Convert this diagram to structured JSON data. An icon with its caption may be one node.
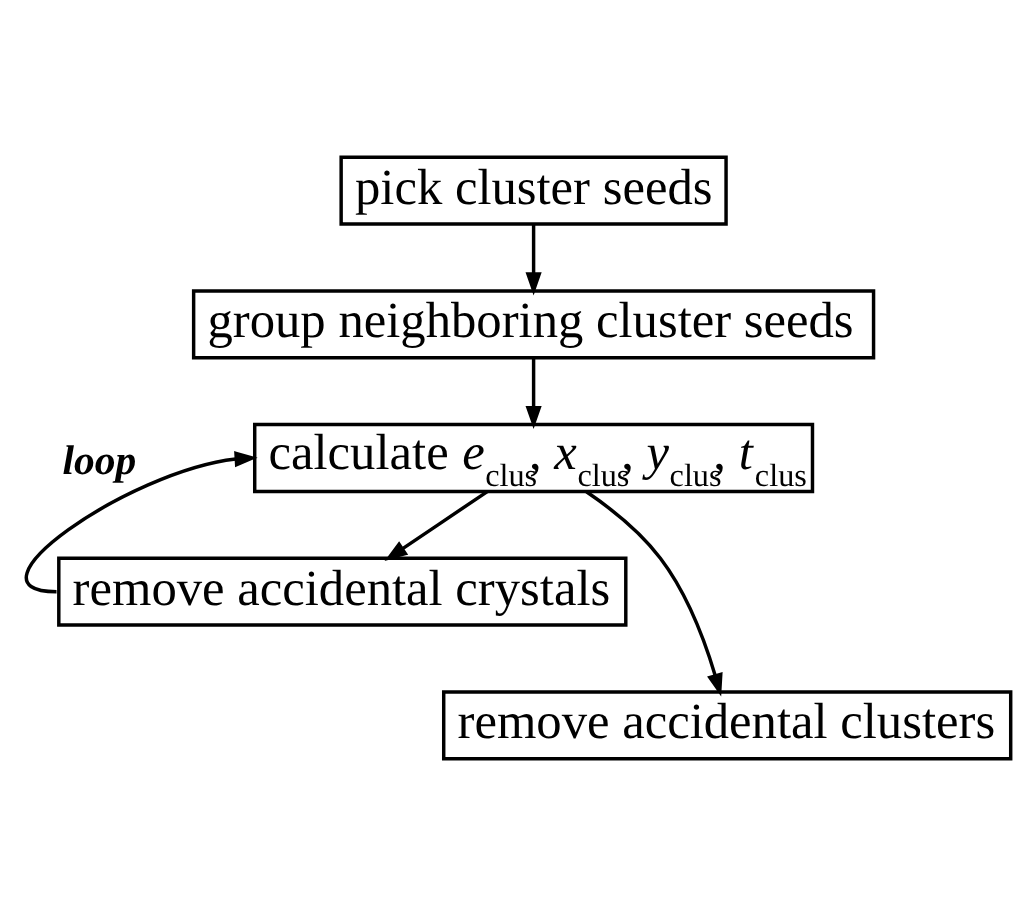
{
  "diagram": {
    "nodes": [
      {
        "text": [
          "pick cluster seeds"
        ]
      },
      {
        "text": [
          "group neighboring cluster seeds"
        ]
      },
      {
        "text": [
          "calculate *e*$_{clus}$, *x*$_{clus}$, *y*$_{clus}$, *t*$_{clus}$"
        ]
      },
      {
        "text": [
          "remove accidental crystals"
        ]
      },
      {
        "text": [
          "remove accidental clusters"
        ]
      }
    ],
    "edges": [
      {
        "from": 0,
        "to": 1,
        "arrow": "to"
      },
      {
        "from": 1,
        "to": 2,
        "arrow": "to"
      },
      {
        "from": 2,
        "to": 3,
        "arrow": "to"
      },
      {
        "from": 3,
        "to": 2,
        "arrow": "to",
        "label": "loop"
      },
      {
        "from": 2,
        "to": 4,
        "arrow": "to"
      }
    ]
  }
}
